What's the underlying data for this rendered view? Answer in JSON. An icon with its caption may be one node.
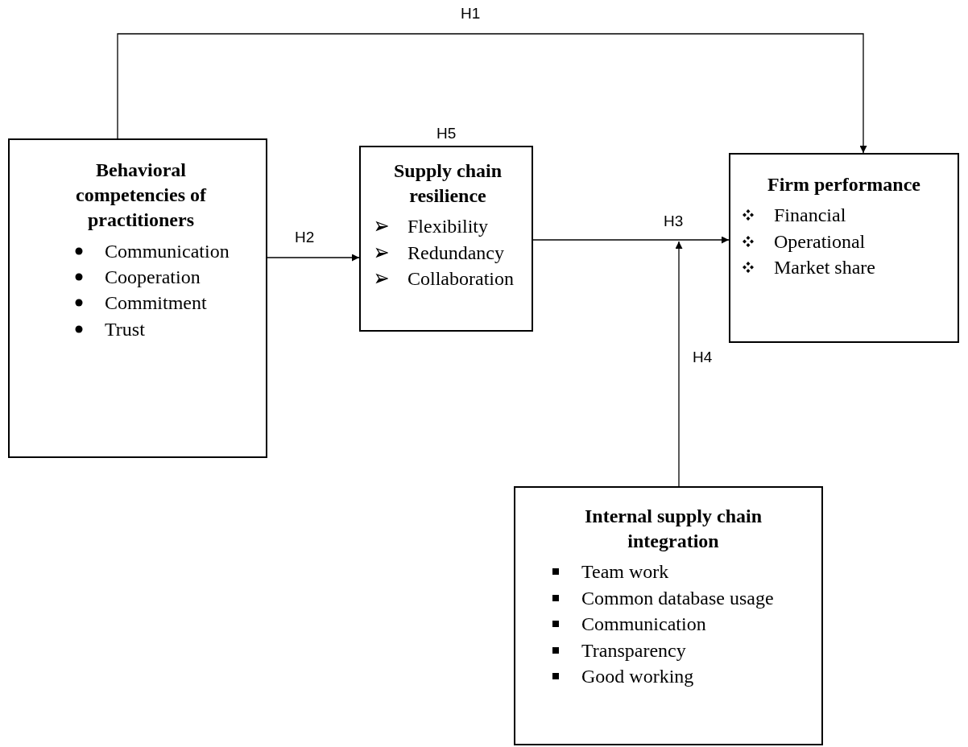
{
  "diagram": {
    "nodes": [
      {
        "text": [
          "Behavioral competencies of practitioners",
          "Communication",
          "Cooperation",
          "Commitment",
          "Trust"
        ]
      },
      {
        "text": [
          "Supply chain resilience",
          "Flexibility",
          "Redundancy",
          "Collaboration"
        ],
        "beside": [
          "H5"
        ]
      },
      {
        "text": [
          "Firm performance",
          "Financial",
          "Operational",
          "Market share"
        ]
      },
      {
        "text": [
          "Internal supply chain integration",
          "Team work",
          "Common database usage",
          "Communication",
          "Transparency",
          "Good working"
        ]
      }
    ],
    "edges": [
      {
        "from": 0,
        "to": 2,
        "arrow": "to",
        "label": "H1"
      },
      {
        "from": 0,
        "to": 1,
        "arrow": "to",
        "label": "H2"
      },
      {
        "from": 1,
        "to": 2,
        "arrow": "to",
        "label": "H3"
      },
      {
        "from": 3,
        "to": null,
        "arrow": "to",
        "label": "H4"
      }
    ]
  }
}
